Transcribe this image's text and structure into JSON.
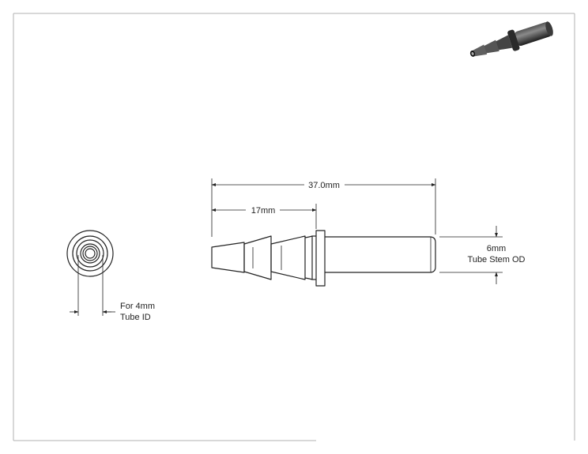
{
  "dimensions": {
    "overall_length": "37.0mm",
    "barb_length": "17mm",
    "stem_od_value": "6mm",
    "stem_od_label": "Tube Stem OD",
    "tube_id_value": "For 4mm",
    "tube_id_label": "Tube ID"
  },
  "colors": {
    "line": "#222222",
    "frame": "#b0b0b0",
    "part_dark": "#2b2b2b"
  }
}
